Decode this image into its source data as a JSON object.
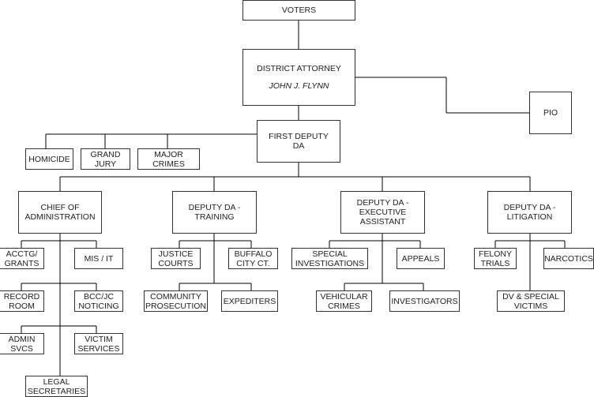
{
  "nodes": {
    "voters": {
      "label": "VOTERS"
    },
    "district_attorney": {
      "label": "DISTRICT ATTORNEY",
      "name": "JOHN J. FLYNN"
    },
    "pio": {
      "label": "PIO"
    },
    "first_deputy": {
      "label": "FIRST DEPUTY\nDA"
    },
    "homicide": {
      "label": "HOMICIDE"
    },
    "grand_jury": {
      "label": "GRAND\nJURY"
    },
    "major_crimes": {
      "label": "MAJOR\nCRIMES"
    },
    "chief_admin": {
      "label": "CHIEF OF\nADMINISTRATION"
    },
    "deputy_training": {
      "label": "DEPUTY DA -\nTRAINING"
    },
    "deputy_exec": {
      "label": "DEPUTY DA -\nEXECUTIVE\nASSISTANT"
    },
    "deputy_litigation": {
      "label": "DEPUTY DA -\nLITIGATION"
    },
    "acctg_grants": {
      "label": "ACCTG/\nGRANTS"
    },
    "mis_it": {
      "label": "MIS / IT"
    },
    "record_room": {
      "label": "RECORD\nROOM"
    },
    "bcc_jc": {
      "label": "BCC/JC\nNOTICING"
    },
    "admin_svcs": {
      "label": "ADMIN\nSVCS"
    },
    "victim_services": {
      "label": "VICTIM\nSERVICES"
    },
    "legal_secretaries": {
      "label": "LEGAL\nSECRETARIES"
    },
    "justice_courts": {
      "label": "JUSTICE\nCOURTS"
    },
    "buffalo_city": {
      "label": "BUFFALO\nCITY CT."
    },
    "community_prosecution": {
      "label": "COMMUNITY\nPROSECUTION"
    },
    "expediters": {
      "label": "EXPEDITERS"
    },
    "special_investigations": {
      "label": "SPECIAL\nINVESTIGATIONS"
    },
    "appeals": {
      "label": "APPEALS"
    },
    "vehicular_crimes": {
      "label": "VEHICULAR\nCRIMES"
    },
    "investigators": {
      "label": "INVESTIGATORS"
    },
    "felony_trials": {
      "label": "FELONY\nTRIALS"
    },
    "narcotics": {
      "label": "NARCOTICS"
    },
    "dv_special_victims": {
      "label": "DV & SPECIAL\nVICTIMS"
    }
  },
  "colors": {
    "line": "#000000",
    "border": "#333333",
    "text": "#222222",
    "background": "#ffffff"
  }
}
